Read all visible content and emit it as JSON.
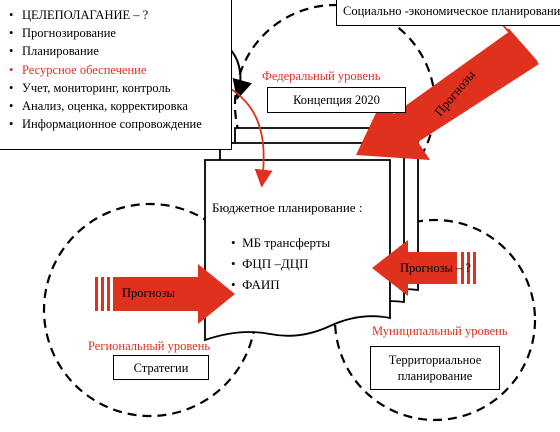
{
  "top_right_box": "Социально -экономическое планирование",
  "goals_list": [
    {
      "text": "ЦЕЛЕПОЛАГАНИЕ  – ?",
      "highlight": false
    },
    {
      "text": "Прогнозирование",
      "highlight": false
    },
    {
      "text": "Планирование",
      "highlight": false
    },
    {
      "text": "Ресурсное обеспечение",
      "highlight": true
    },
    {
      "text": "Учет,  мониторинг,  контроль",
      "highlight": false
    },
    {
      "text": "Анализ, оценка, корректировка",
      "highlight": false
    },
    {
      "text": "Информационное сопровождение",
      "highlight": false
    }
  ],
  "federal": {
    "level": "Федеральный уровень",
    "doc": "Концепция 2020"
  },
  "budget": {
    "title": "Бюджетное планирование :",
    "items": [
      "МБ трансферты",
      "ФЦП –ДЦП",
      "ФАИП"
    ]
  },
  "regional": {
    "level": "Региональный уровень",
    "doc": "Стратегии"
  },
  "municipal": {
    "level": "Муниципальный уровень",
    "doc": "Территориальное планирование"
  },
  "arrows": {
    "federal": "Прогнозы",
    "regional": "Прогнозы",
    "municipal": "Прогнозы – ?"
  },
  "colors": {
    "accent": "#e0301e",
    "line": "#000000"
  }
}
